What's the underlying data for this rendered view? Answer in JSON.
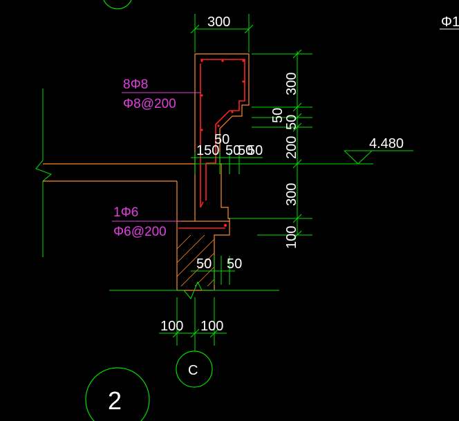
{
  "colors": {
    "background": "#000000",
    "dimension_line": "#00e000",
    "outline": "#ff8c2a",
    "rebar": "#ff2020",
    "label": "#e040e0",
    "leader": "#e040e0",
    "text": "#ffffff"
  },
  "dimensions": {
    "top_width": "300",
    "right_stack": [
      "300",
      "50",
      "50",
      "200",
      "300",
      "100"
    ],
    "mid_50": "50",
    "mid_row": [
      "150",
      "50",
      "50",
      "50"
    ],
    "lower_row": [
      "50",
      "50"
    ],
    "bottom_row": [
      "100",
      "100"
    ]
  },
  "elevation": "4.480",
  "rebar_labels": {
    "upper_top": "8Φ8",
    "upper_bottom": "Φ8@200",
    "lower_top": "1Φ6",
    "lower_bottom": "Φ6@200"
  },
  "axis_label": "C",
  "detail_number": "2",
  "top_right_fragment": "Φ1"
}
